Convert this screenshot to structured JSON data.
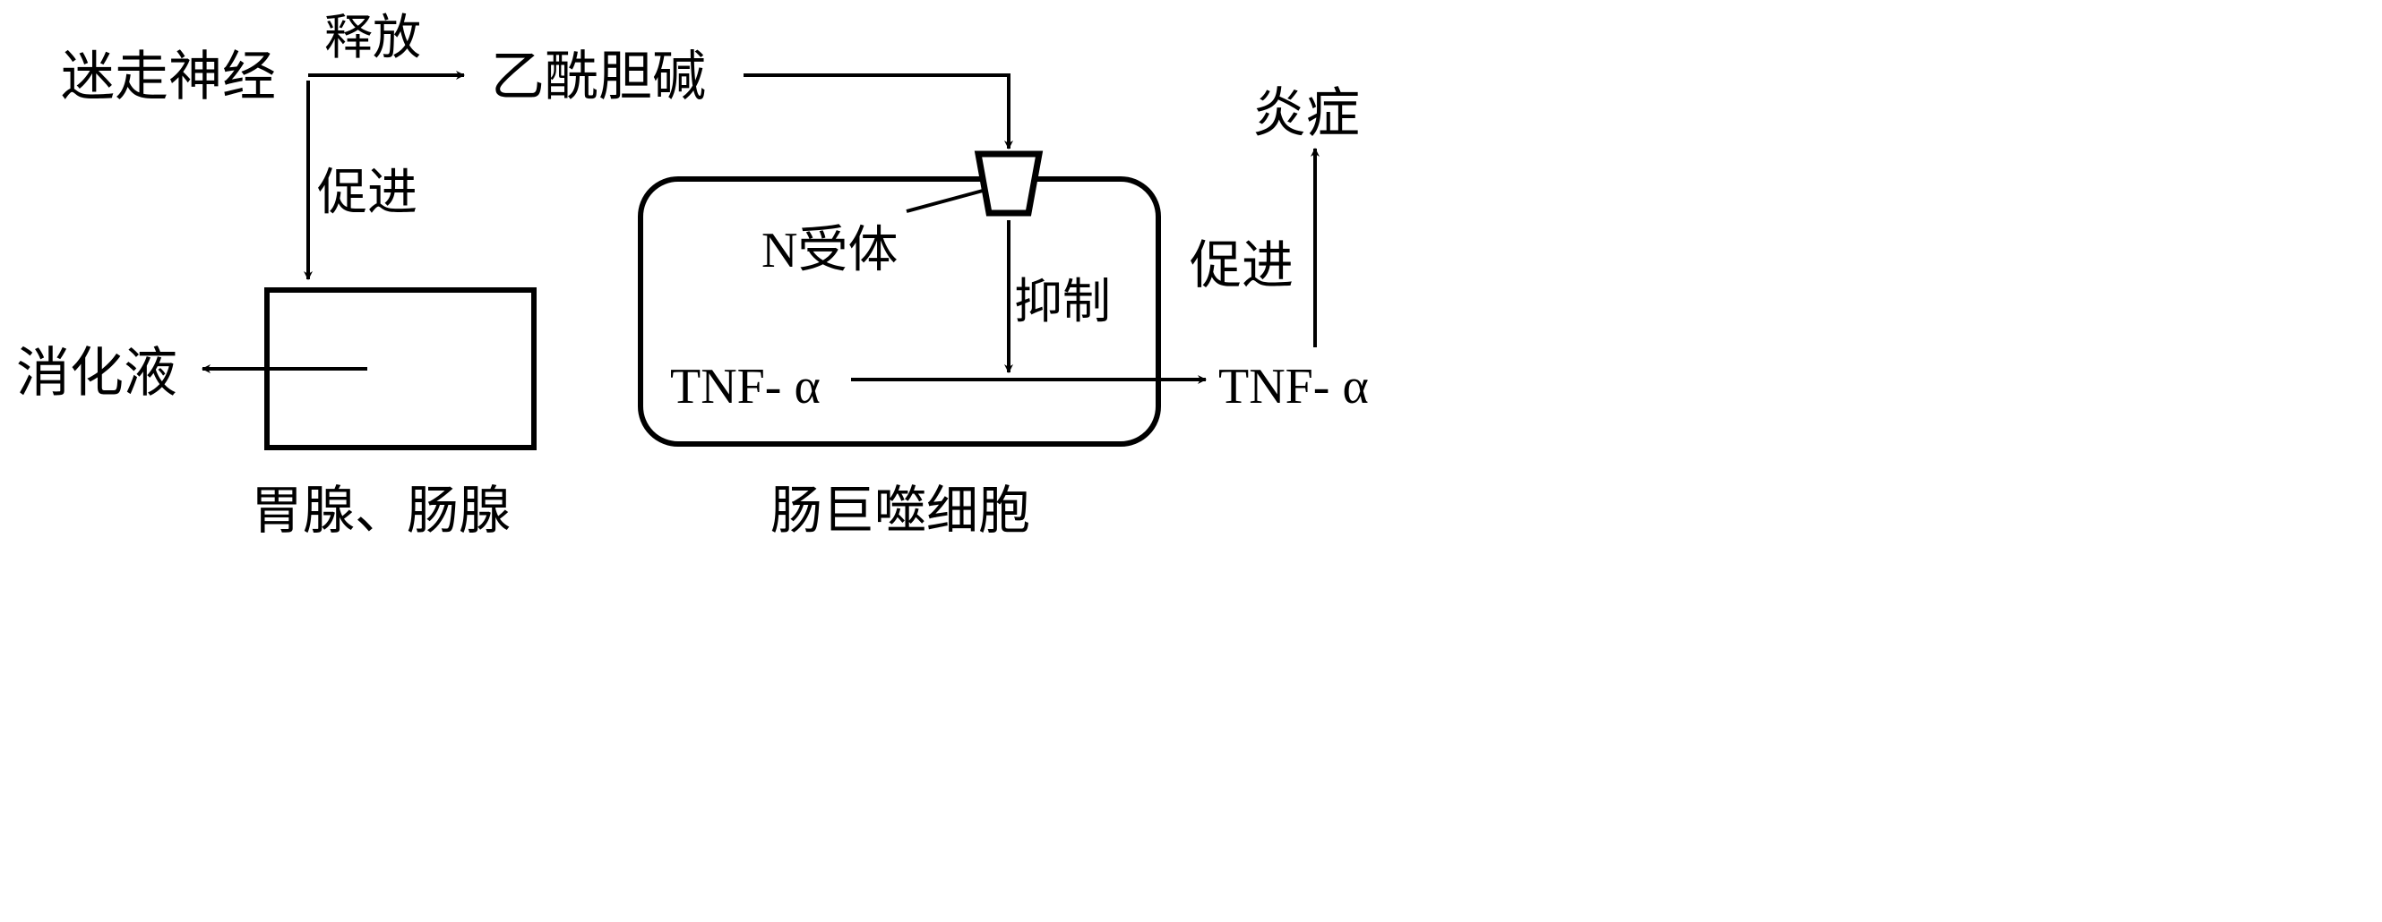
{
  "nodes": {
    "vagus": "迷走神经",
    "ach": "乙酰胆碱",
    "inflammation": "炎症",
    "digestive_juice": "消化液",
    "glands": "胃腺、肠腺",
    "macrophage": "肠巨噬细胞",
    "n_receptor": "N受体",
    "tnf_inside": "TNF- α",
    "tnf_outside": "TNF- α"
  },
  "edges": {
    "release": "释放",
    "promote_glands": "促进",
    "inhibit": "抑制",
    "promote_inflammation": "促进"
  }
}
